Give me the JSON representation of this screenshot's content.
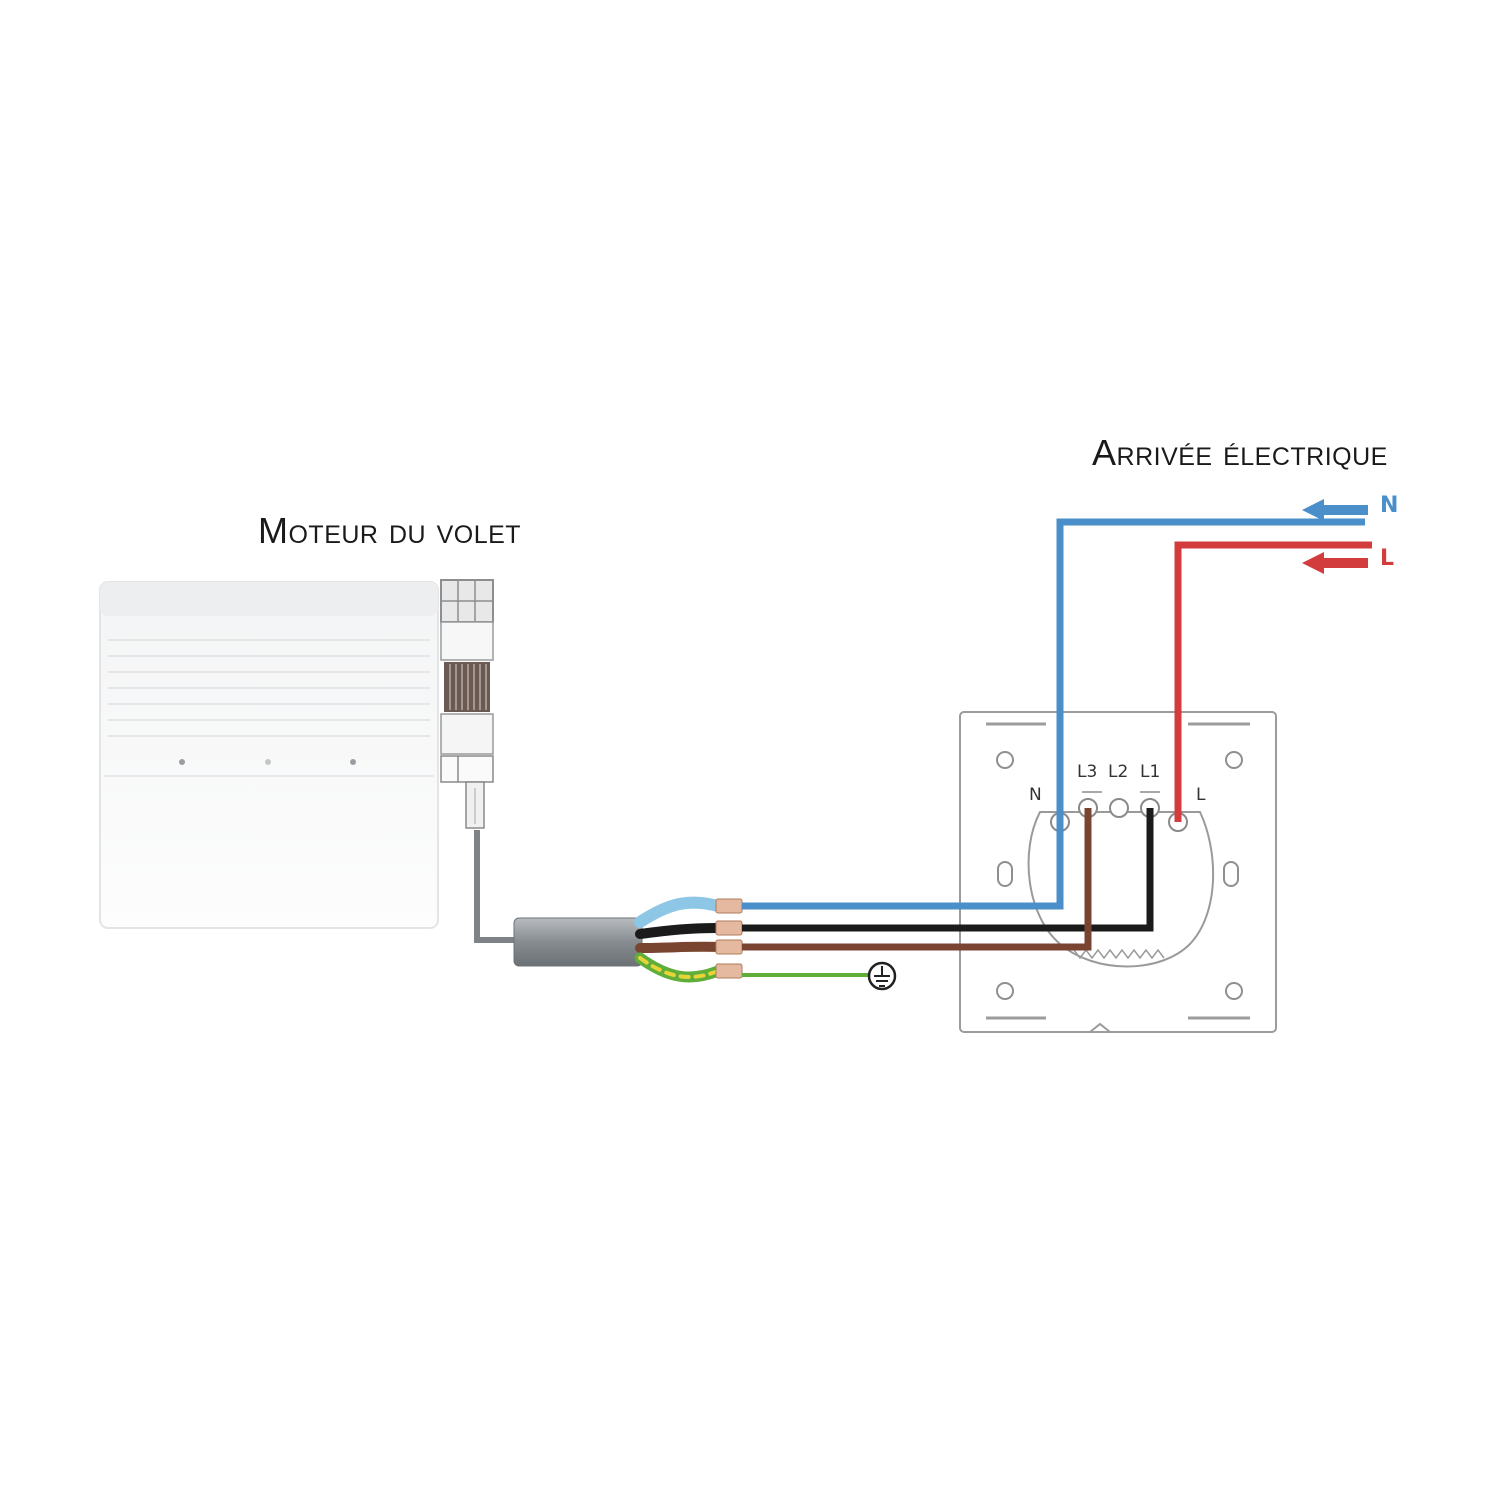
{
  "captions": {
    "motor": "Moteur du volet",
    "supply": "Arrivée électrique"
  },
  "supply": {
    "neutral_label": "N",
    "live_label": "L"
  },
  "switch": {
    "terminal_n": "N",
    "terminal_l3": "L3",
    "terminal_l2": "L2",
    "terminal_l1": "L1",
    "terminal_l": "L"
  },
  "colors": {
    "neutral": "#4a8fc9",
    "live": "#d23c3c",
    "black_wire": "#1b1b1b",
    "brown_wire": "#7a4530",
    "earth": "#5fae3a",
    "earth_stripe": "#e7d437"
  },
  "icons": {
    "earth_symbol": "ground-icon",
    "arrow": "arrow-left-icon"
  }
}
